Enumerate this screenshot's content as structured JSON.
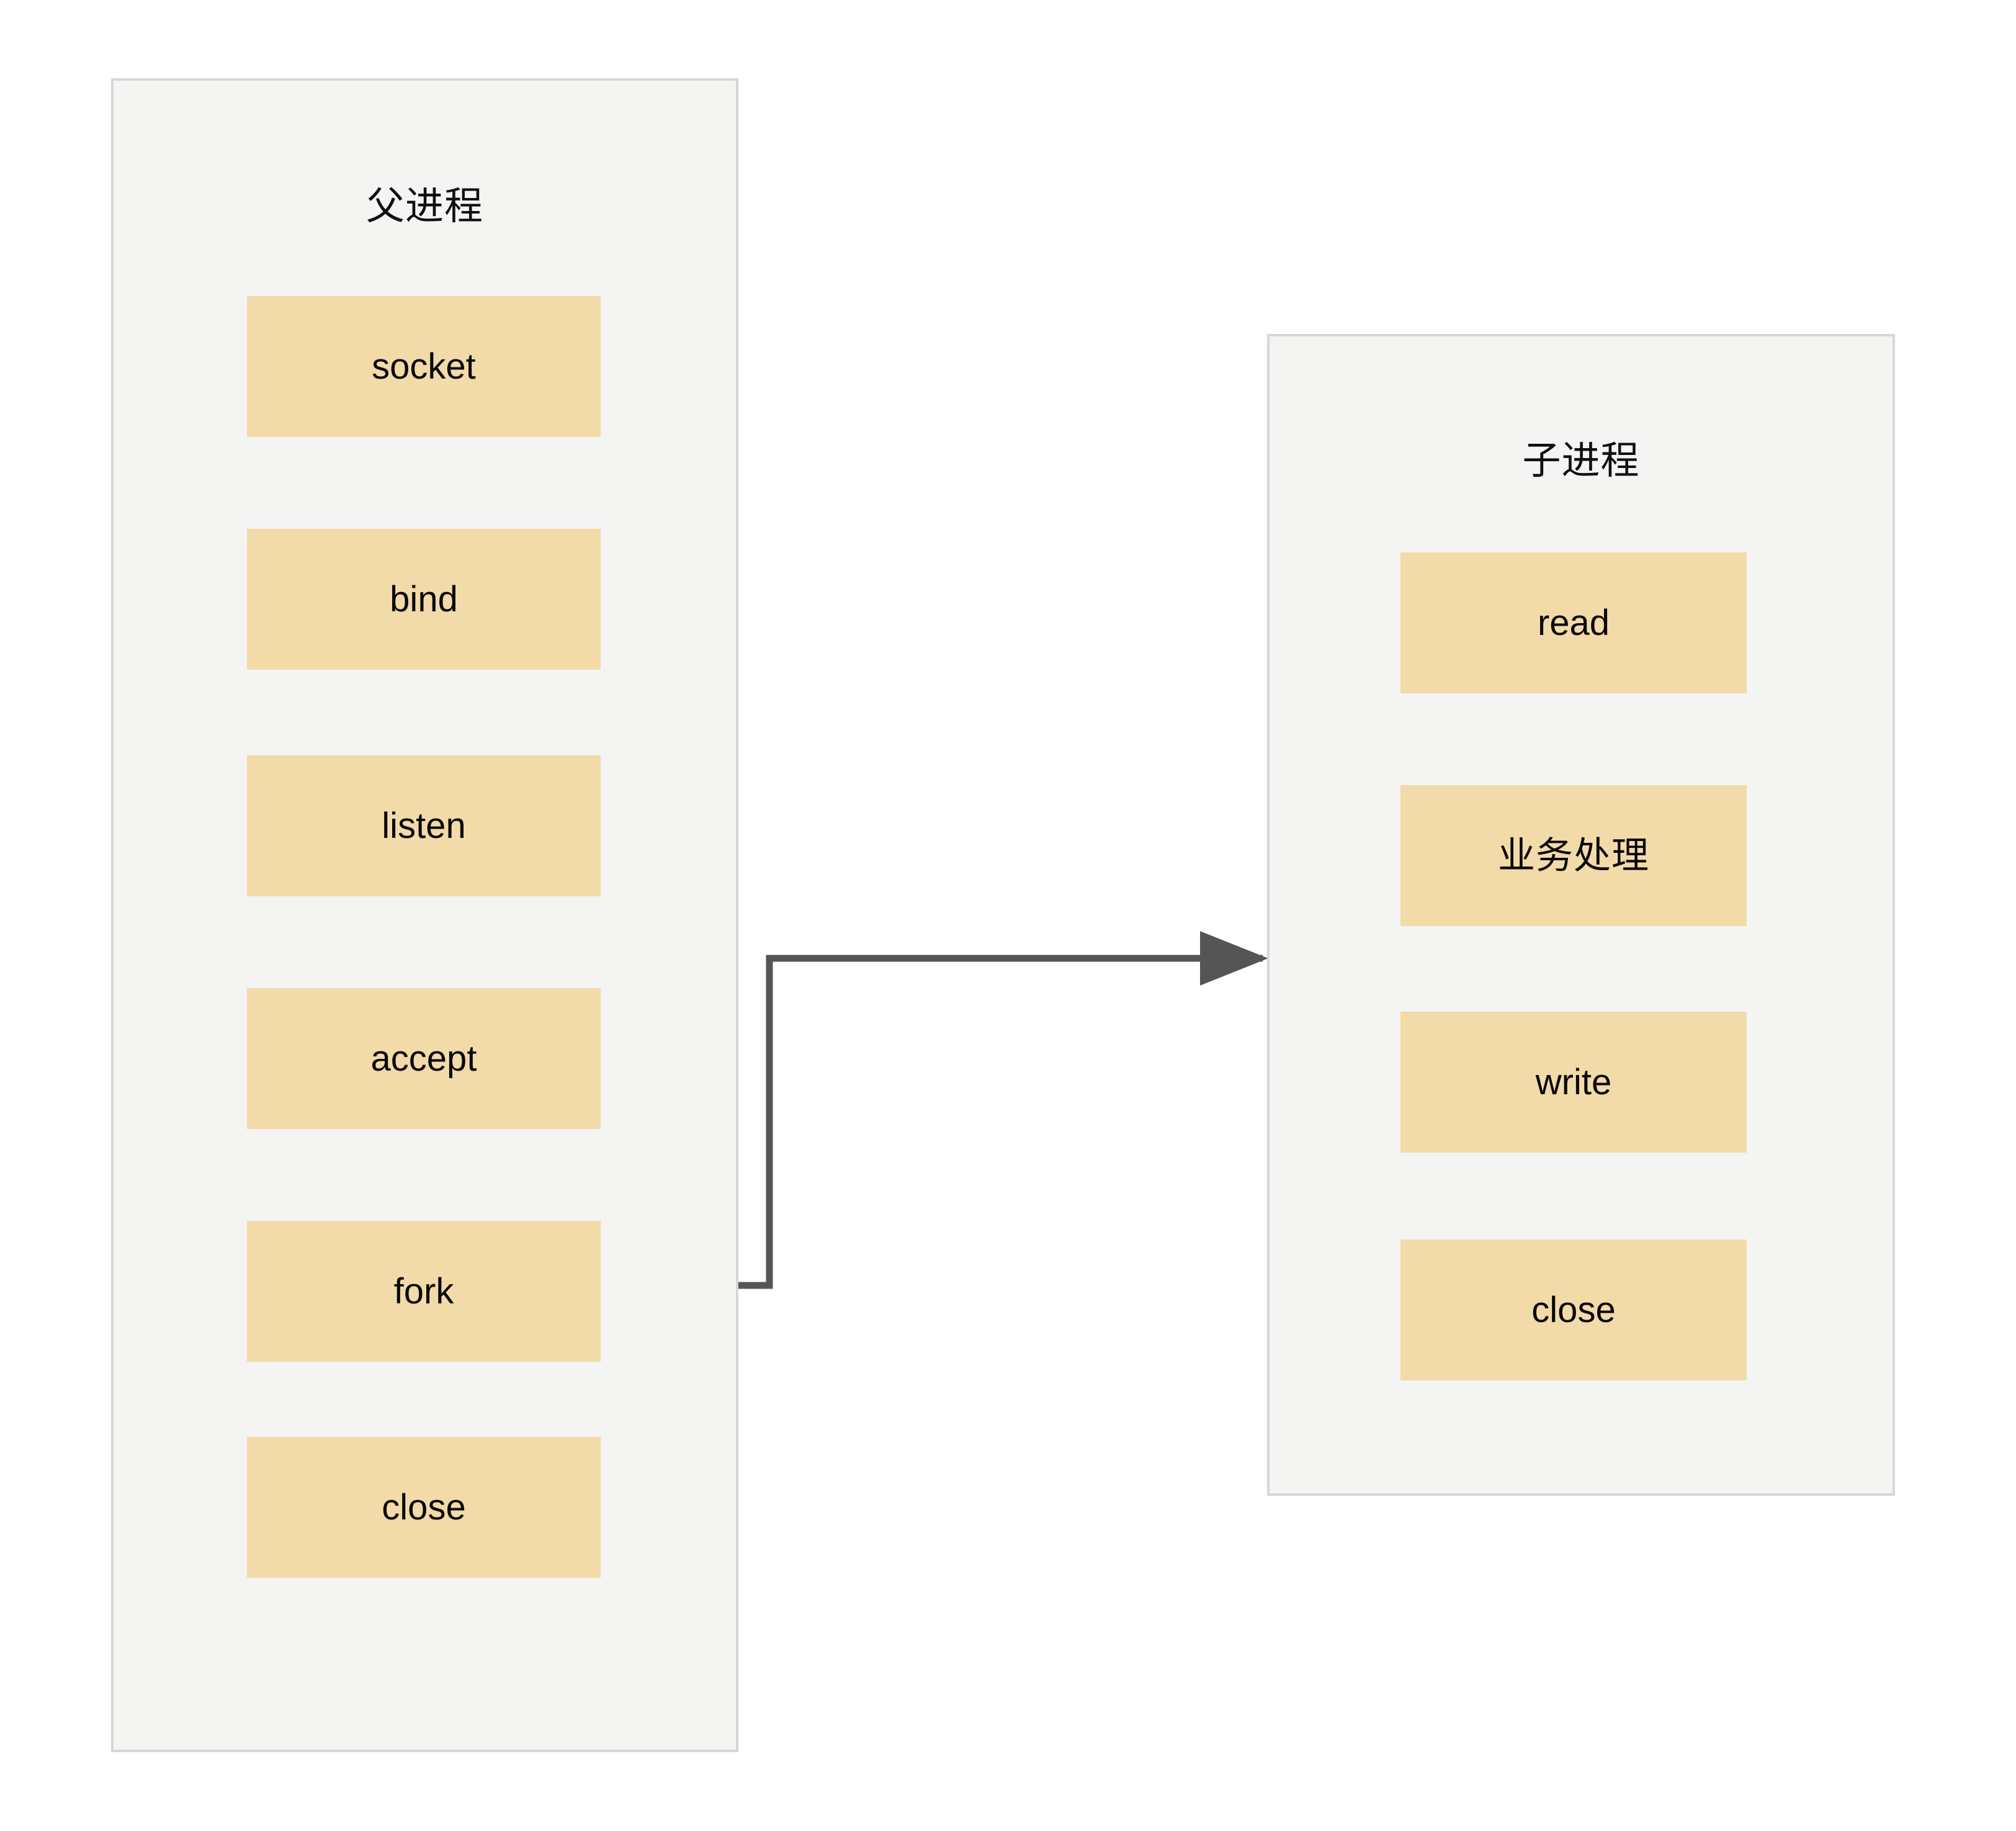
{
  "diagram": {
    "title_parent": "父进程",
    "title_child": "子进程",
    "colors": {
      "node_fill": "#f3daa9",
      "panel_fill": "#f4f4f2",
      "panel_border": "#d7d7d7",
      "edge": "#555555",
      "text": "#080808",
      "background": "#ffffff"
    }
  },
  "parent_process": {
    "label": "父进程",
    "nodes": [
      {
        "id": "socket",
        "label": "socket"
      },
      {
        "id": "bind",
        "label": "bind"
      },
      {
        "id": "listen",
        "label": "listen"
      },
      {
        "id": "accept",
        "label": "accept"
      },
      {
        "id": "fork",
        "label": "fork"
      },
      {
        "id": "close",
        "label": "close"
      }
    ],
    "edges": [
      {
        "from": "socket",
        "to": "bind",
        "kind": "straight-down"
      },
      {
        "from": "bind",
        "to": "listen",
        "kind": "straight-down"
      },
      {
        "from": "listen",
        "to": "accept",
        "kind": "straight-down"
      },
      {
        "from": "accept",
        "to": "fork",
        "kind": "straight-down"
      },
      {
        "from": "fork",
        "to": "close",
        "kind": "straight-down"
      },
      {
        "from": "close",
        "to": "accept",
        "kind": "loop-back-left"
      }
    ]
  },
  "child_process": {
    "label": "子进程",
    "nodes": [
      {
        "id": "read",
        "label": "read"
      },
      {
        "id": "biz",
        "label": "业务处理"
      },
      {
        "id": "write",
        "label": "write"
      },
      {
        "id": "close",
        "label": "close"
      }
    ],
    "edges": [
      {
        "from": "read",
        "to": "biz",
        "kind": "straight-down"
      },
      {
        "from": "biz",
        "to": "write",
        "kind": "straight-down"
      },
      {
        "from": "write",
        "to": "close",
        "kind": "straight-down"
      },
      {
        "from": "write",
        "to": "read",
        "kind": "loop-back-right"
      }
    ]
  },
  "cross_edges": [
    {
      "from": "parent.fork",
      "to": "child_process_panel",
      "kind": "orthogonal-right"
    }
  ]
}
